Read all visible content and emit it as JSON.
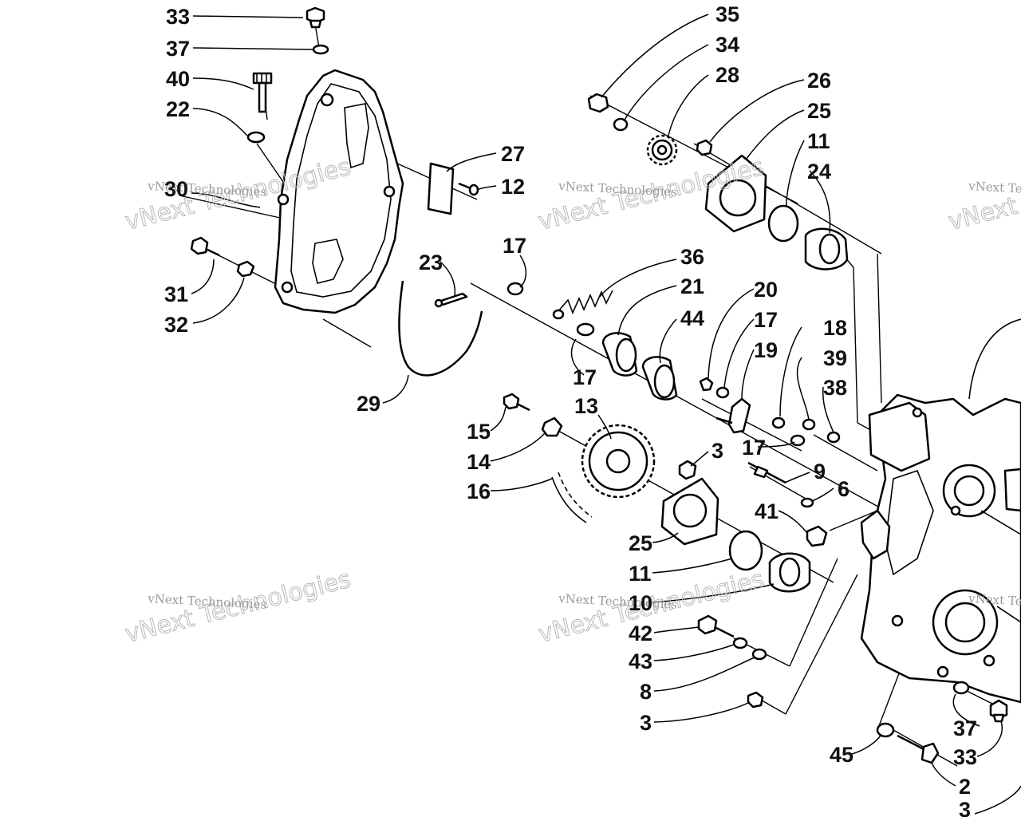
{
  "callouts": {
    "c33a": "33",
    "c37a": "37",
    "c40": "40",
    "c22": "22",
    "c30": "30",
    "c31": "31",
    "c32": "32",
    "c27": "27",
    "c12": "12",
    "c23": "23",
    "c17a": "17",
    "c36": "36",
    "c29": "29",
    "c17b": "17",
    "c21": "21",
    "c44": "44",
    "c35": "35",
    "c34": "34",
    "c28": "28",
    "c26": "26",
    "c25a": "25",
    "c11a": "11",
    "c24": "24",
    "c20": "20",
    "c17c": "17",
    "c19": "19",
    "c18": "18",
    "c39": "39",
    "c38": "38",
    "c17d": "17",
    "c15": "15",
    "c14": "14",
    "c16": "16",
    "c13": "13",
    "c3a": "3",
    "c9": "9",
    "c6": "6",
    "c41": "41",
    "c25b": "25",
    "c11b": "11",
    "c10": "10",
    "c42": "42",
    "c43": "43",
    "c8": "8",
    "c3b": "3",
    "c37b": "37",
    "c33b": "33",
    "c45": "45",
    "c2": "2",
    "c3c": "3"
  },
  "watermark": {
    "big": "vNext Technologies",
    "small": "vNext Technologies"
  },
  "colors": {
    "line": "#000000",
    "watermark": "#b8b8b8",
    "background": "#ffffff"
  }
}
